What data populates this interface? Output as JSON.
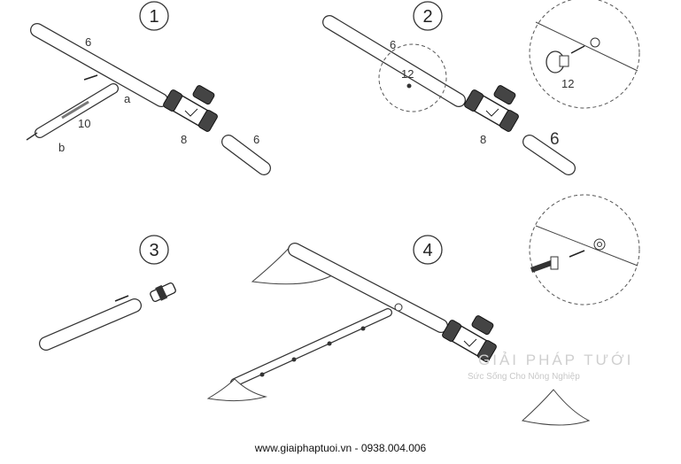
{
  "steps": {
    "s1": {
      "number": "1",
      "labels": {
        "pipe_a": "6",
        "pipe_b": "6",
        "tee": "8",
        "tool": "10",
        "a": "a",
        "b": "b"
      }
    },
    "s2": {
      "number": "2",
      "labels": {
        "pipe_a": "6",
        "pipe_b": "6",
        "tee": "8",
        "plug": "12",
        "plug_zoom": "12"
      }
    },
    "s3": {
      "number": "3"
    },
    "s4": {
      "number": "4"
    }
  },
  "watermark": {
    "brand": "GIẢI PHÁP TƯỚI",
    "slogan": "Sức Sống Cho Nông Nghiệp"
  },
  "footer": {
    "text": "www.giaiphaptuoi.vn - 0938.004.006"
  }
}
